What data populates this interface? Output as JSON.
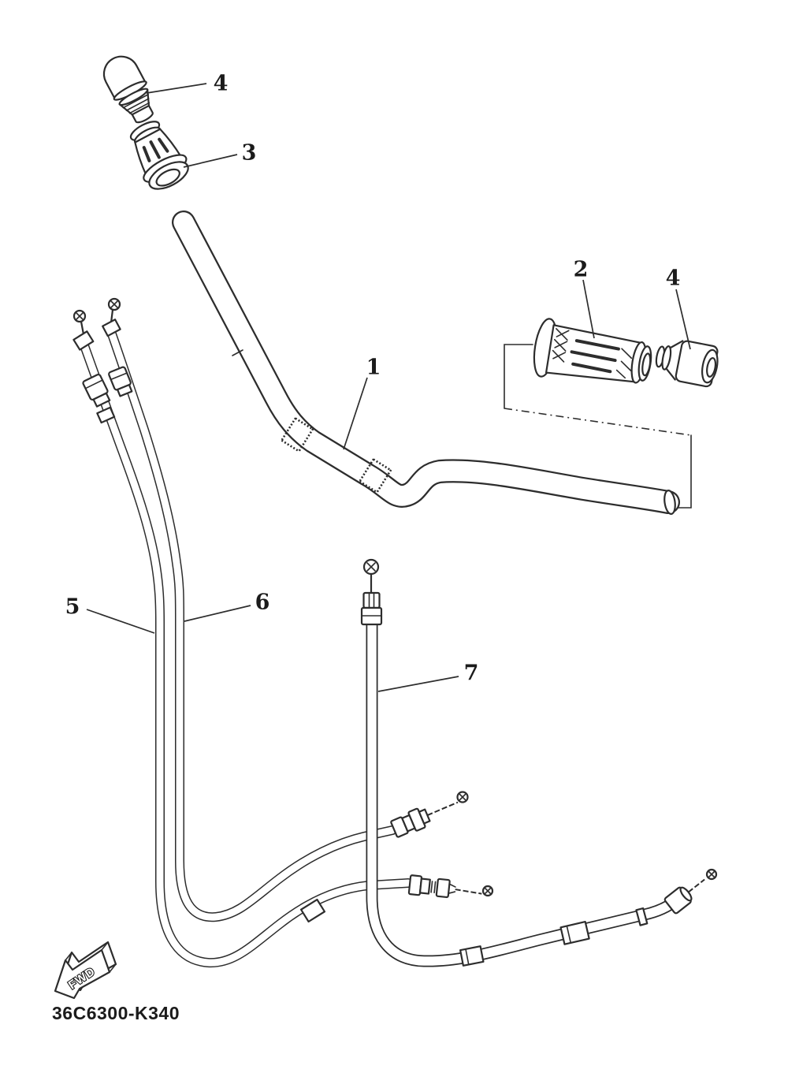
{
  "theme": {
    "paper": "#ffffff",
    "ink": "#2d2d2d",
    "text": "#1b1b1b"
  },
  "diagram": {
    "part_code": "36C6300-K340",
    "fwd_label": "FWD",
    "callouts": [
      {
        "label": "1"
      },
      {
        "label": "2"
      },
      {
        "label": "3"
      },
      {
        "label": "4"
      },
      {
        "label": "4"
      },
      {
        "label": "5"
      },
      {
        "label": "6"
      },
      {
        "label": "7"
      }
    ]
  }
}
